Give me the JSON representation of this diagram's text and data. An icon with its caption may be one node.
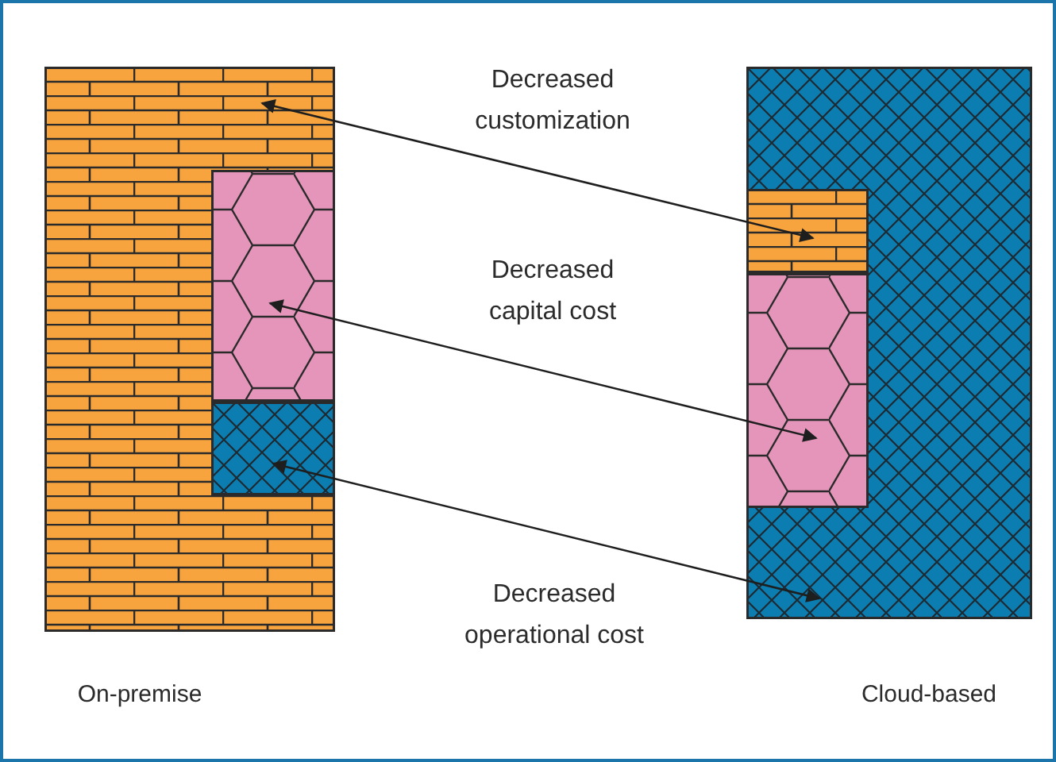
{
  "diagram": {
    "nodes": [
      {
        "text": [],
        "shape": "box",
        "beside": [
          "On-premise"
        ]
      },
      {
        "text": [],
        "shape": "box",
        "in": 0
      },
      {
        "text": [],
        "shape": "box",
        "in": 0
      },
      {
        "text": [],
        "shape": "box",
        "beside": [
          "Cloud-based"
        ]
      },
      {
        "text": [],
        "shape": "box",
        "in": 3
      },
      {
        "text": [],
        "shape": "box",
        "in": 3
      }
    ],
    "edges": [
      {
        "from": 0,
        "to": 4,
        "arrow": "both",
        "label": "Decreased customization"
      },
      {
        "from": 1,
        "to": 5,
        "arrow": "both",
        "label": "Decreased capital cost"
      },
      {
        "from": 2,
        "to": 3,
        "arrow": "both",
        "label": "Decreased operational cost"
      }
    ]
  }
}
